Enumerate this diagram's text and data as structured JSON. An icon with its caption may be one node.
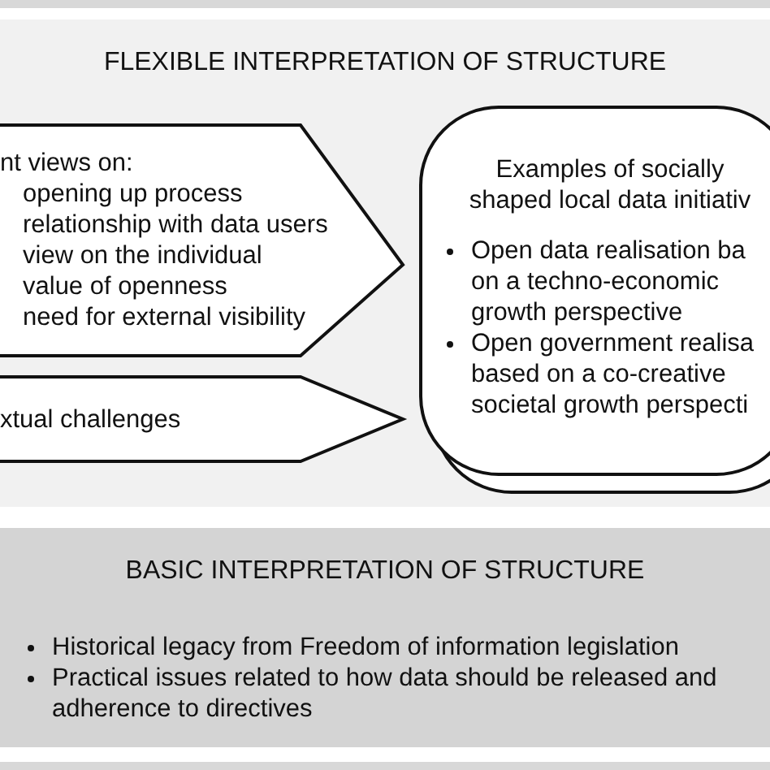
{
  "diagram": {
    "nodes": [
      {
        "text": [
          "FLEXIBLE INTERPRETATION OF STRUCTURE"
        ]
      },
      {
        "text": [
          "nt views on:",
          "opening up process",
          "relationship with data users",
          "view on the individual",
          "value of openness",
          "need for external visibility"
        ],
        "in": 0
      },
      {
        "text": [
          "xtual challenges"
        ],
        "in": 0
      },
      {
        "text": [
          "Examples of socially shaped local data initiativ",
          "Open data realisation ba on a techno-economic growth perspective",
          "Open government realisa based on a co-creative societal growth perspecti"
        ],
        "in": 0
      },
      {
        "text": [
          "BASIC INTERPRETATION OF STRUCTURE",
          "Historical legacy from Freedom of information legislation",
          "Practical issues related to how data should be released and adherence to directives"
        ]
      }
    ]
  }
}
